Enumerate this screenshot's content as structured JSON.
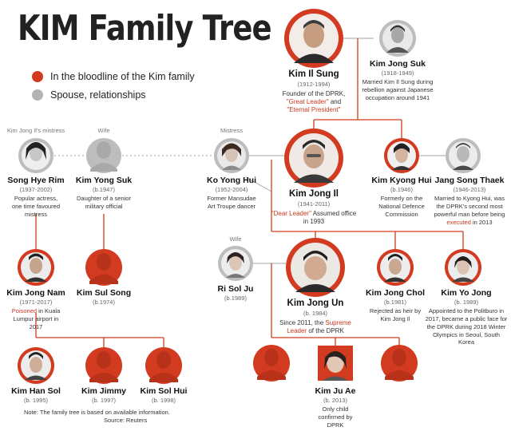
{
  "title": "KIM Family Tree",
  "legend": [
    {
      "label": "In the bloodline of the Kim family",
      "color": "#d23b20"
    },
    {
      "label": "Spouse, relationships",
      "color": "#b3b3b3"
    }
  ],
  "colors": {
    "bloodline": "#d23b20",
    "spouse": "#b3b3b3",
    "line_red": "#d23b20",
    "line_gray": "#b8b8b8",
    "highlight": "#c9381e"
  },
  "top_labels": {
    "mistress_kji": "Kim Jong Il's mistress",
    "wife_kji": "Wife",
    "mistress_kyh": "Mistress",
    "wife_kju": "Wife"
  },
  "people": {
    "kim_il_sung": {
      "name": "Kim Il Sung",
      "years": "(1912-1994)",
      "desc_pre": "Founder of the DPRK,",
      "desc_hl1": "\"Great Leader\"",
      "desc_mid": " and",
      "desc_hl2": "\"Eternal President\""
    },
    "kim_jong_suk": {
      "name": "Kim Jong Suk",
      "years": "(1918-1949)",
      "desc": "Married Kim Il Sung during rebellion against Japanese occupation around 1941"
    },
    "song_hye_rim": {
      "name": "Song Hye  Rim",
      "years": "(1937-2002)",
      "desc": "Popular actress, one time favoured mistress"
    },
    "kim_yong_suk": {
      "name": "Kim Yong Suk",
      "years": "(b.1947)",
      "desc": "Daughter of a senior military official"
    },
    "ko_yong_hui": {
      "name": "Ko Yong Hui",
      "years": "(1952-2004)",
      "desc": "Former Mansudae Art Troupe dancer"
    },
    "kim_jong_il": {
      "name": "Kim Jong Il",
      "years": "(1941-2011)",
      "desc_hl": "\"Dear Leader\"",
      "desc_post": " Assumed office in 1993"
    },
    "kim_kyong_hui": {
      "name": "Kim Kyong Hui",
      "years": "(b.1946)",
      "desc": "Formerly on the National Defence Commission"
    },
    "jang_song_thaek": {
      "name": "Jang Song Thaek",
      "years": "(1946-2013)",
      "desc_pre": "Married to Kyong Hui, was the DPRK's second most powerful man before being ",
      "desc_hl": "executed",
      "desc_post": " in 2013"
    },
    "kim_jong_nam": {
      "name": "Kim Jong Nam",
      "years": "(1971-2017)",
      "desc_hl": "Poisoned",
      "desc_post": " in Kuala Lumpur airport in 2017"
    },
    "kim_sul_song": {
      "name": "Kim Sul Song",
      "years": "(b.1974)"
    },
    "ri_sol_ju": {
      "name": "Ri Sol Ju",
      "years": "(b.1989)"
    },
    "kim_jong_un": {
      "name": "Kim Jong Un",
      "years": "(b. 1984)",
      "desc_pre": "Since 2011, the ",
      "desc_hl": "Supreme Leader",
      "desc_post": " of the DPRK"
    },
    "kim_jong_chol": {
      "name": "Kim Jong Chol",
      "years": "(b.1981)",
      "desc": "Rejected as heir by Kim Jong Il"
    },
    "kim_yo_jong": {
      "name": "Kim Yo Jong",
      "years": "(b. 1989)",
      "desc": "Appointed to the Politburo in 2017, became a public face for the DPRK during 2018 Winter Olympics in Seoul, South Korea"
    },
    "kim_han_sol": {
      "name": "Kim Han Sol",
      "years": "(b. 1995)"
    },
    "kim_jimmy": {
      "name": "Kim Jimmy",
      "years": "(b. 1997)"
    },
    "kim_sol_hui": {
      "name": "Kim Sol Hui",
      "years": "(b. 1998)"
    },
    "kim_ju_ae": {
      "name": "Kim Ju Ae",
      "years": "(b. 2013)",
      "desc": "Only child confirmed by DPRK"
    }
  },
  "footer": {
    "note": "Note: The family tree is based on available information.",
    "source": "Source: Reuters"
  }
}
